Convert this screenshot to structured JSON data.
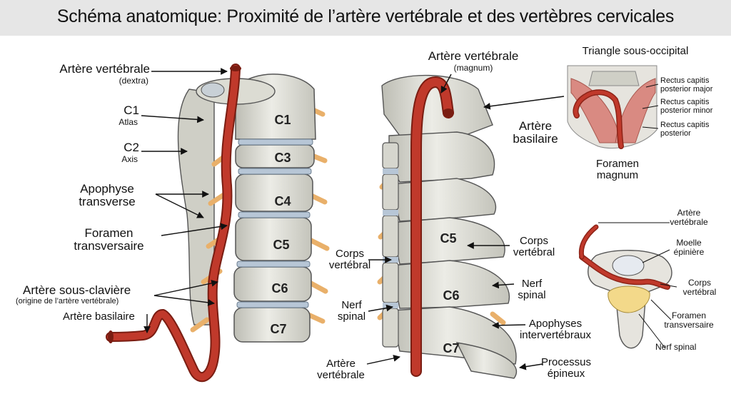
{
  "title": "Schéma anatomique: Proximité de l’artère vertébrale et des vertèbres cervicales",
  "left_view": {
    "labels": {
      "artery_main": "Artère vertébrale",
      "artery_sub": "(dextra)",
      "c1_main": "C1",
      "c1_sub": "Atlas",
      "c2_main": "C2",
      "c2_sub": "Axis",
      "apophyse": "Apophyse\ntransverse",
      "foramen": "Foramen\ntransversaire",
      "subclavian_main": "Artère sous-clavière",
      "subclavian_sub": "(origine de l’artère vertébrale)",
      "basilar": "Artère basilaire"
    },
    "vertebrae": [
      "C1",
      "C3",
      "C4",
      "C5",
      "C6",
      "C7"
    ]
  },
  "middle_view": {
    "labels": {
      "artery_main": "Artère vertébrale",
      "artery_sub": "(magnum)",
      "basilar": "Artère\nbasilaire",
      "body_left": "Corps\nvertébral",
      "body_right": "Corps\nvertébral",
      "nerve_left": "Nerf\nspinal",
      "nerve_right": "Nerf\nspinal",
      "apophyses": "Apophyses\nintervertébraux",
      "artery_bottom": "Artère\nvertébrale",
      "spinous": "Processus\népineux"
    },
    "vertebrae": [
      "C5",
      "C6",
      "C7"
    ]
  },
  "top_right": {
    "title": "Triangle sous-occipital",
    "labels": {
      "major": "Rectus capitis\nposterior major",
      "minor": "Rectus capitis\nposterior minor",
      "posterior": "Rectus capitis\nposterior",
      "foramen": "Foramen\nmagnum"
    }
  },
  "bottom_right": {
    "labels": {
      "artery": "Artère\nvertébrale",
      "cord": "Moelle\népinière",
      "body": "Corps\nvertébral",
      "foramen": "Foramen\ntransversaire",
      "nerve": "Nerf spinal"
    }
  },
  "colors": {
    "artery": "#c0392b",
    "artery_dark": "#8e2418",
    "bone": "#e3e3dc",
    "bone_shadow": "#b8b8ae",
    "disc": "#b7c6d6",
    "nerve": "#f0c080",
    "muscle": "#d98a82",
    "cord_yellow": "#f3d98a"
  }
}
